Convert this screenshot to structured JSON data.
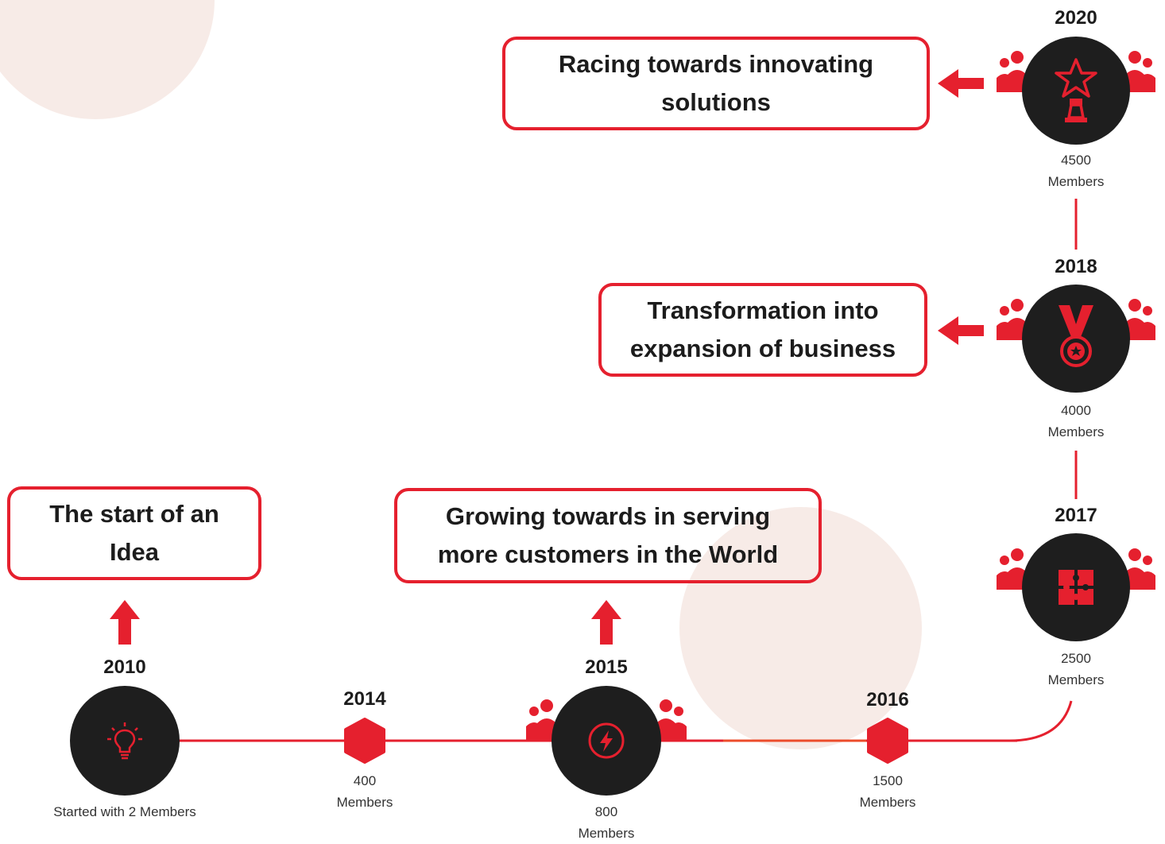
{
  "milestones": {
    "m2010": {
      "year": "2010",
      "note": "Started with 2 Members",
      "caption": "The start of an Idea"
    },
    "m2014": {
      "year": "2014",
      "count": "400",
      "unit": "Members"
    },
    "m2015": {
      "year": "2015",
      "count": "800",
      "unit": "Members",
      "caption_line1": "Growing towards in serving",
      "caption_line2": "more customers in the World"
    },
    "m2016": {
      "year": "2016",
      "count": "1500",
      "unit": "Members"
    },
    "m2017": {
      "year": "2017",
      "count": "2500",
      "unit": "Members"
    },
    "m2018": {
      "year": "2018",
      "count": "4000",
      "unit": "Members",
      "caption_line1": "Transformation into",
      "caption_line2": "expansion of business"
    },
    "m2020": {
      "year": "2020",
      "count": "4500",
      "unit": "Members",
      "caption_line1": "Racing towards innovating",
      "caption_line2": "solutions"
    }
  },
  "colors": {
    "accent": "#e5202e",
    "node": "#1e1e1e",
    "decor": "#f7ebe7"
  },
  "icons": [
    "lightbulb-icon",
    "lightning-icon",
    "puzzle-icon",
    "medal-icon",
    "trophy-icon",
    "people-icon",
    "arrow-up-icon",
    "arrow-left-icon"
  ]
}
